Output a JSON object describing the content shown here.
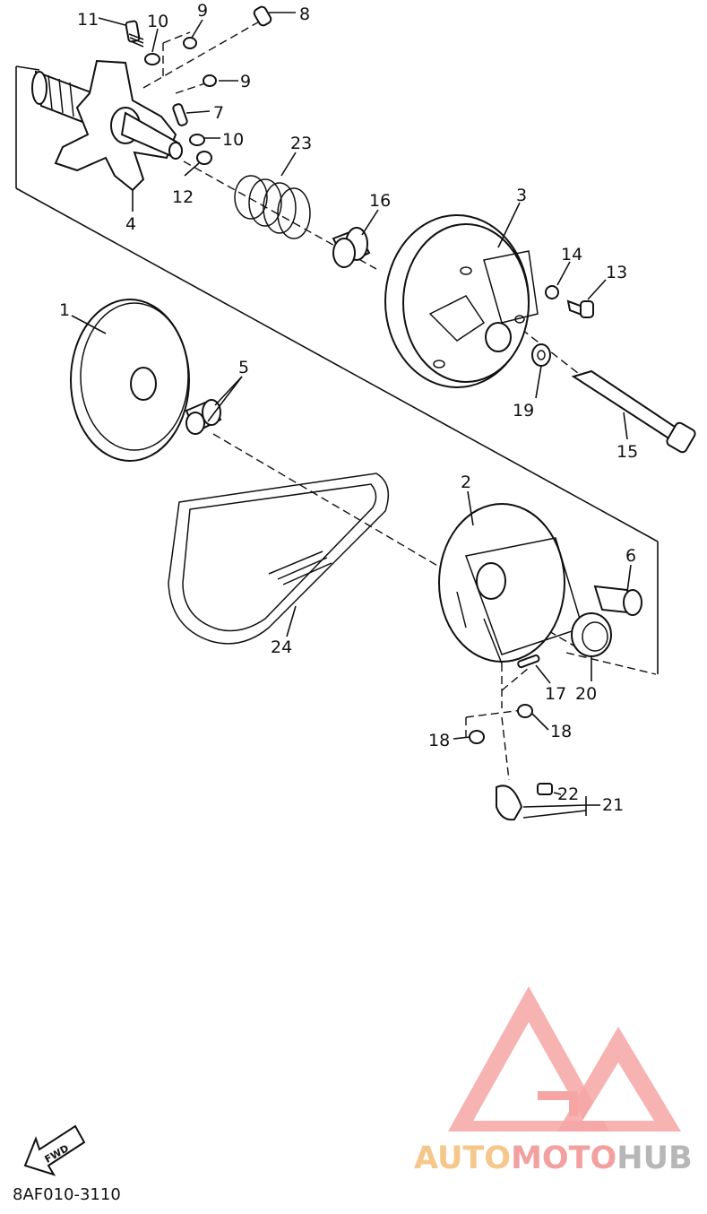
{
  "diagram": {
    "part_numbers": [
      "1",
      "2",
      "3",
      "4",
      "5",
      "6",
      "7",
      "8",
      "9",
      "9",
      "10",
      "10",
      "11",
      "12",
      "13",
      "14",
      "15",
      "16",
      "17",
      "18",
      "18",
      "19",
      "20",
      "21",
      "22",
      "23",
      "24"
    ],
    "fwd_label": "FWD",
    "drawing_code": "8AF010-3110"
  },
  "watermark": {
    "brand_part1": "AUTO",
    "brand_part2": "MOTO",
    "brand_part3": "HUB",
    "colors": {
      "auto": "#f5c78a",
      "moto": "#f2a0a0",
      "hub": "#b7b7b7",
      "logo": "#f6a5a5"
    }
  }
}
